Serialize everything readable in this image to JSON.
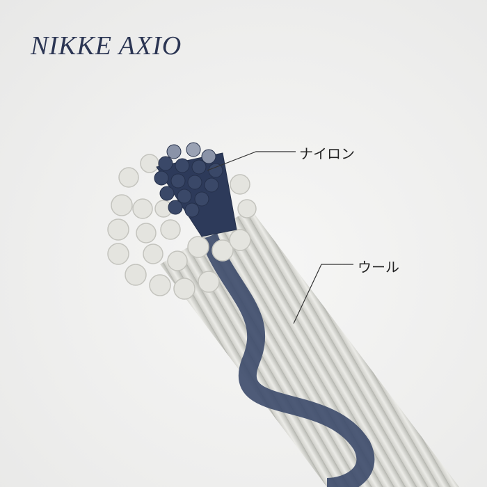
{
  "brand": {
    "logo_text": "NIKKE AXIO"
  },
  "labels": {
    "nylon": "ナイロン",
    "wool": "ウール"
  },
  "colors": {
    "navy": "#2b3553",
    "fiber": "#dcdcd6",
    "background": "#efefee"
  }
}
